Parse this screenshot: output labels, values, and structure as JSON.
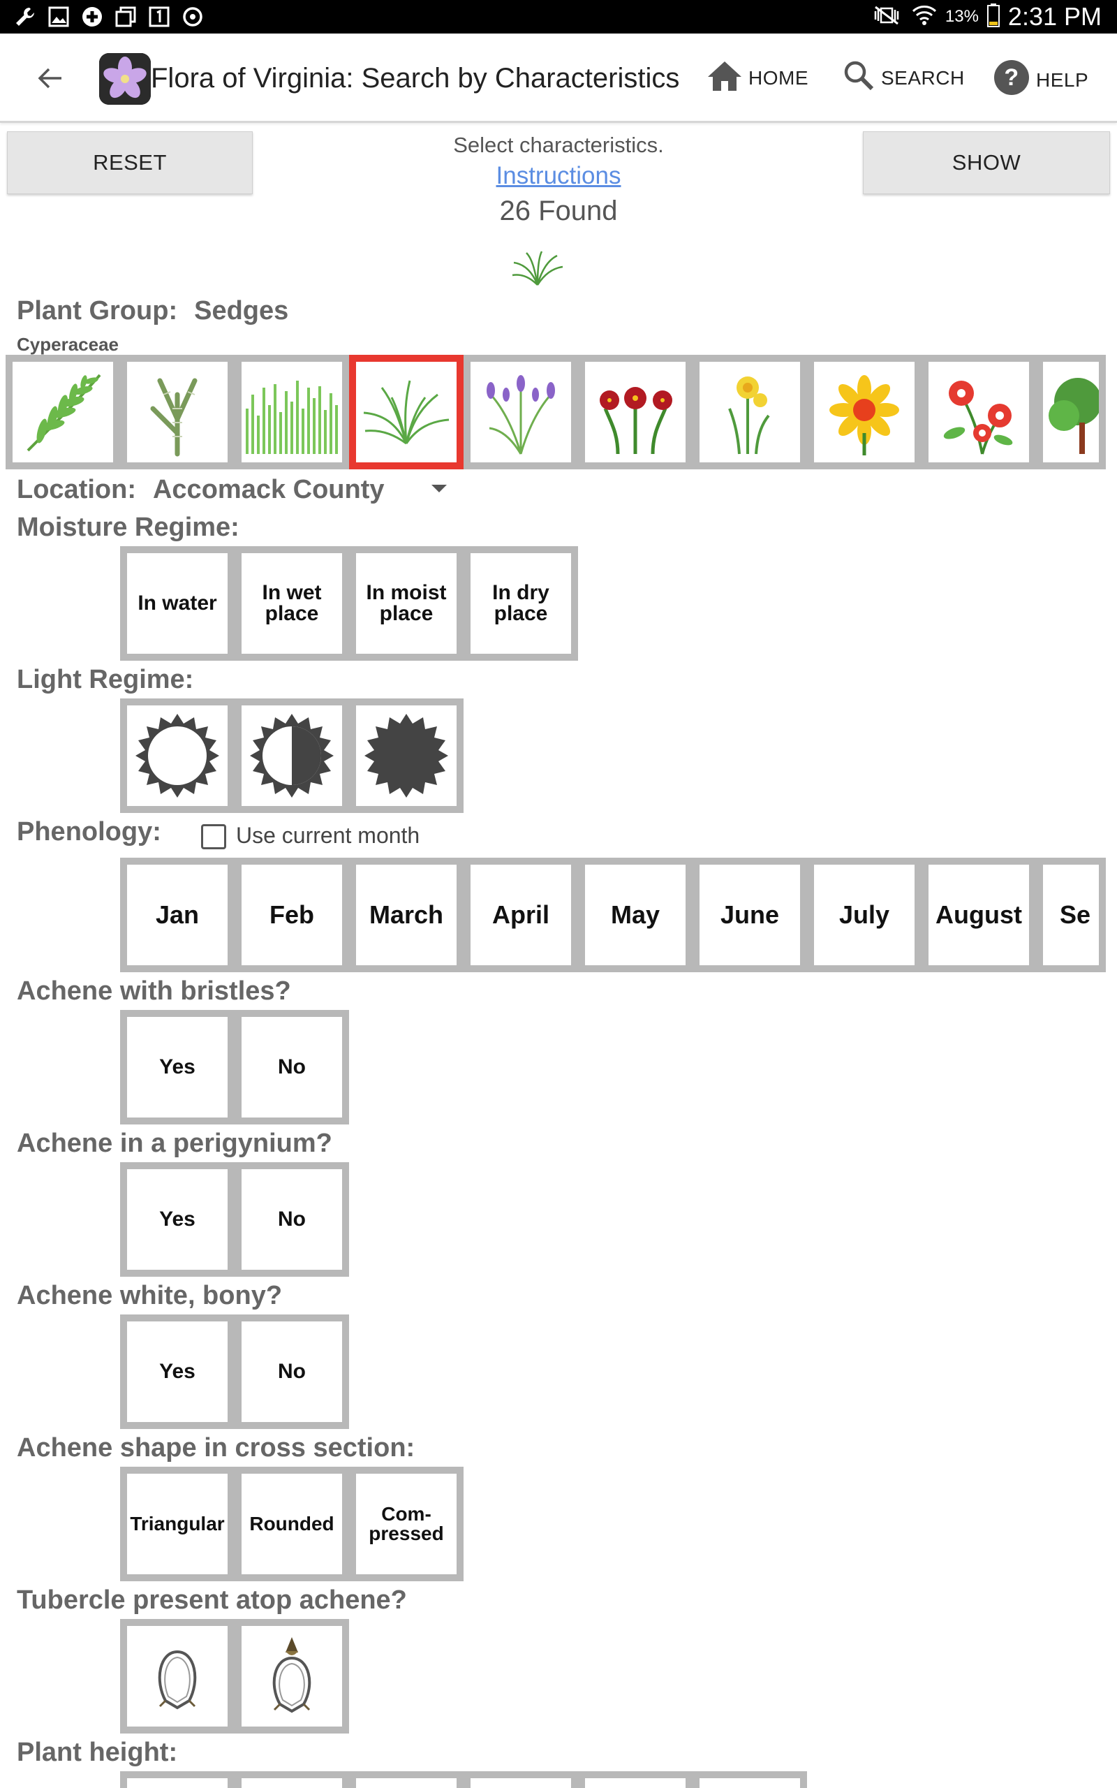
{
  "status_bar": {
    "battery": "13%",
    "time": "2:31 PM",
    "left_icons": [
      "wrench-icon",
      "image-icon",
      "plus-circle-icon",
      "windows-icon",
      "number-one-icon",
      "sync-icon"
    ],
    "right_icons": [
      "mute-vibrate-icon",
      "wifi-icon",
      "battery-icon"
    ]
  },
  "app_bar": {
    "title": "Flora of Virginia: Search by Characteristics",
    "home_label": "HOME",
    "search_label": "SEARCH",
    "help_label": "HELP"
  },
  "controls": {
    "reset_label": "RESET",
    "show_label": "SHOW",
    "hint": "Select characteristics.",
    "instructions_link": "Instructions",
    "found": "26 Found"
  },
  "plant_group": {
    "label": "Plant Group:",
    "value": "Sedges",
    "family": "Cyperaceae",
    "options": [
      {
        "icon": "fern-icon",
        "selected": false
      },
      {
        "icon": "horsetail-icon",
        "selected": false
      },
      {
        "icon": "grass-icon",
        "selected": false
      },
      {
        "icon": "sedge-icon",
        "selected": true
      },
      {
        "icon": "iris-icon",
        "selected": false
      },
      {
        "icon": "lily-icon",
        "selected": false
      },
      {
        "icon": "daffodil-icon",
        "selected": false
      },
      {
        "icon": "sunflower-icon",
        "selected": false
      },
      {
        "icon": "red-flowers-icon",
        "selected": false
      },
      {
        "icon": "tree-icon",
        "selected": false
      }
    ]
  },
  "location": {
    "label": "Location:",
    "value": "Accomack County"
  },
  "moisture": {
    "label": "Moisture Regime:",
    "options": [
      "In water",
      "In wet place",
      "In moist place",
      "In dry place"
    ]
  },
  "light": {
    "label": "Light Regime:",
    "options": [
      {
        "icon": "full-sun-icon"
      },
      {
        "icon": "part-shade-icon"
      },
      {
        "icon": "full-shade-icon"
      }
    ]
  },
  "phenology": {
    "label": "Phenology:",
    "checkbox_label": "Use current month",
    "months": [
      "Jan",
      "Feb",
      "March",
      "April",
      "May",
      "June",
      "July",
      "August",
      "Se"
    ]
  },
  "achene_bristles": {
    "label": "Achene with bristles?",
    "options": [
      "Yes",
      "No"
    ]
  },
  "achene_perigynium": {
    "label": "Achene in a perigynium?",
    "options": [
      "Yes",
      "No"
    ]
  },
  "achene_bony": {
    "label": "Achene white, bony?",
    "options": [
      "Yes",
      "No"
    ]
  },
  "achene_shape": {
    "label": "Achene shape in cross section:",
    "options": [
      "Triangular",
      "Rounded",
      "Com-\npressed"
    ]
  },
  "tubercle": {
    "label": "Tubercle present atop achene?",
    "options": [
      {
        "icon": "achene-no-tubercle-icon"
      },
      {
        "icon": "achene-with-tubercle-icon"
      }
    ]
  },
  "plant_height": {
    "label": "Plant height:"
  }
}
